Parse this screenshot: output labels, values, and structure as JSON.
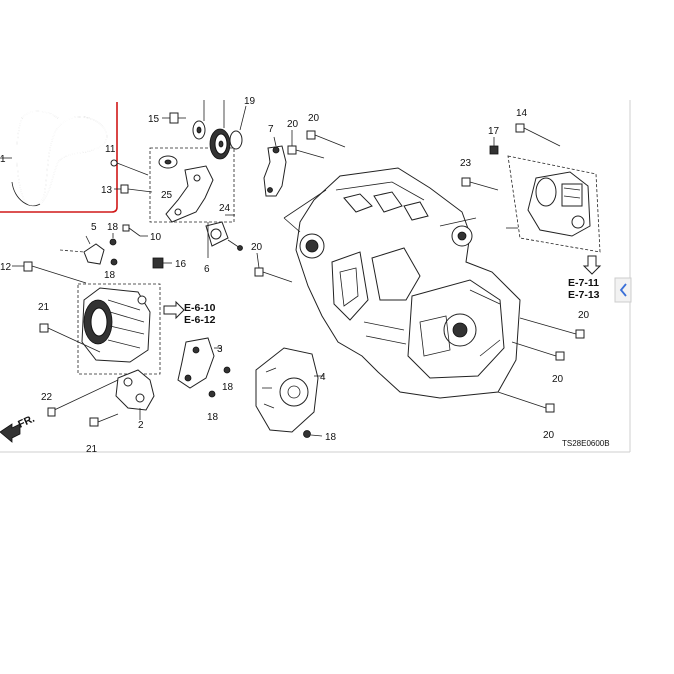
{
  "diagram": {
    "drawing_code": "TS28E0600B",
    "front_marker": "FR.",
    "references": {
      "e6a": "E-6-10",
      "e6b": "E-6-12",
      "e7a": "E-7-11",
      "e7b": "E-7-13"
    },
    "callouts": {
      "c1": "1",
      "c2": "2",
      "c3": "3",
      "c4": "4",
      "c5": "5",
      "c6": "6",
      "c7": "7",
      "c10": "10",
      "c11": "11",
      "c12": "12",
      "c13": "13",
      "c14": "14",
      "c15": "15",
      "c16": "16",
      "c17": "17",
      "c18a": "18",
      "c18b": "18",
      "c18c": "18",
      "c18d": "18",
      "c18e": "18",
      "c19": "19",
      "c20a": "20",
      "c20b": "20",
      "c20c": "20",
      "c20d": "20",
      "c20e": "20",
      "c20f": "20",
      "c21a": "21",
      "c21b": "21",
      "c22": "22",
      "c23": "23",
      "c24": "24",
      "c25": "25"
    }
  },
  "colors": {
    "belt_box_border": "#d01818",
    "side_tab_arrow": "#3a6fd8",
    "line": "#222222"
  }
}
